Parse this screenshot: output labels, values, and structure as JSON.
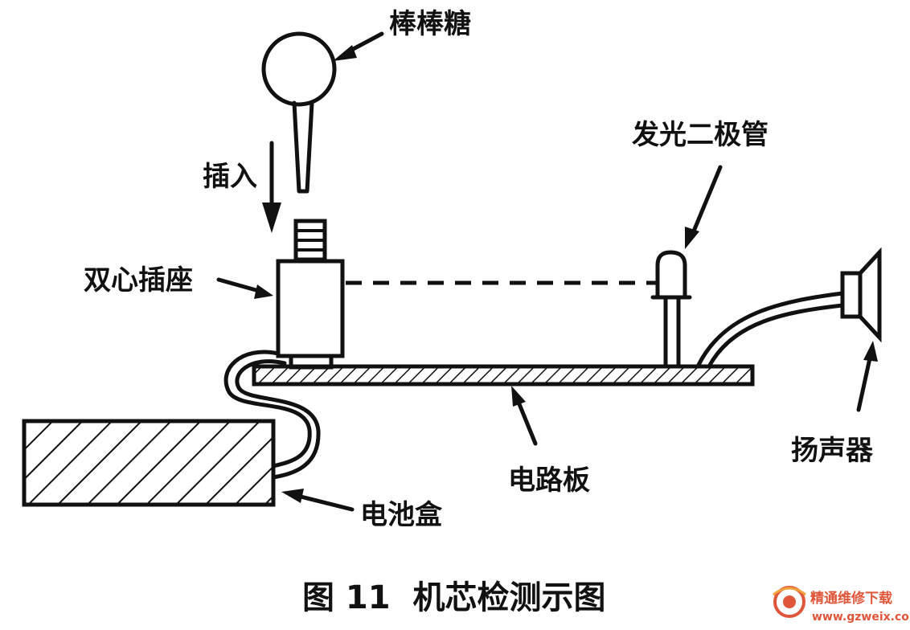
{
  "labels": {
    "lollipop": "棒棒糖",
    "insert": "插入",
    "dual_socket": "双心插座",
    "led": "发光二极管",
    "speaker": "扬声器",
    "circuit_board": "电路板",
    "battery_box": "电池盒"
  },
  "caption": "图 11  机芯检测示图",
  "watermark": {
    "name": "精通维修下载",
    "url": "www.gzweix.com"
  },
  "colors": {
    "ink": "#111111",
    "watermark": "#e0563a"
  }
}
